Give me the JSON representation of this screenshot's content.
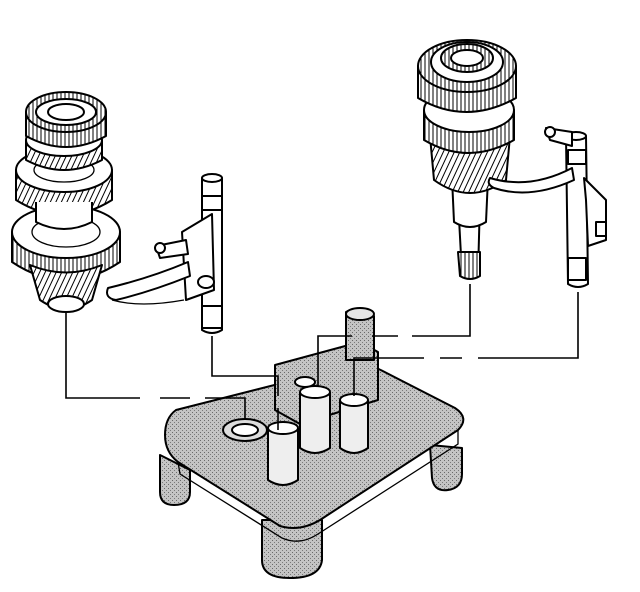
{
  "figure": {
    "title": "",
    "colors": {
      "ink": "#000000",
      "paper": "#ffffff",
      "housing_fill": "#bdbdbd"
    },
    "components": [
      "left-gear-cluster",
      "left-shift-fork-rail",
      "right-shaft-gear-assembly",
      "right-shift-fork-rail",
      "shift-rail-housing"
    ]
  }
}
